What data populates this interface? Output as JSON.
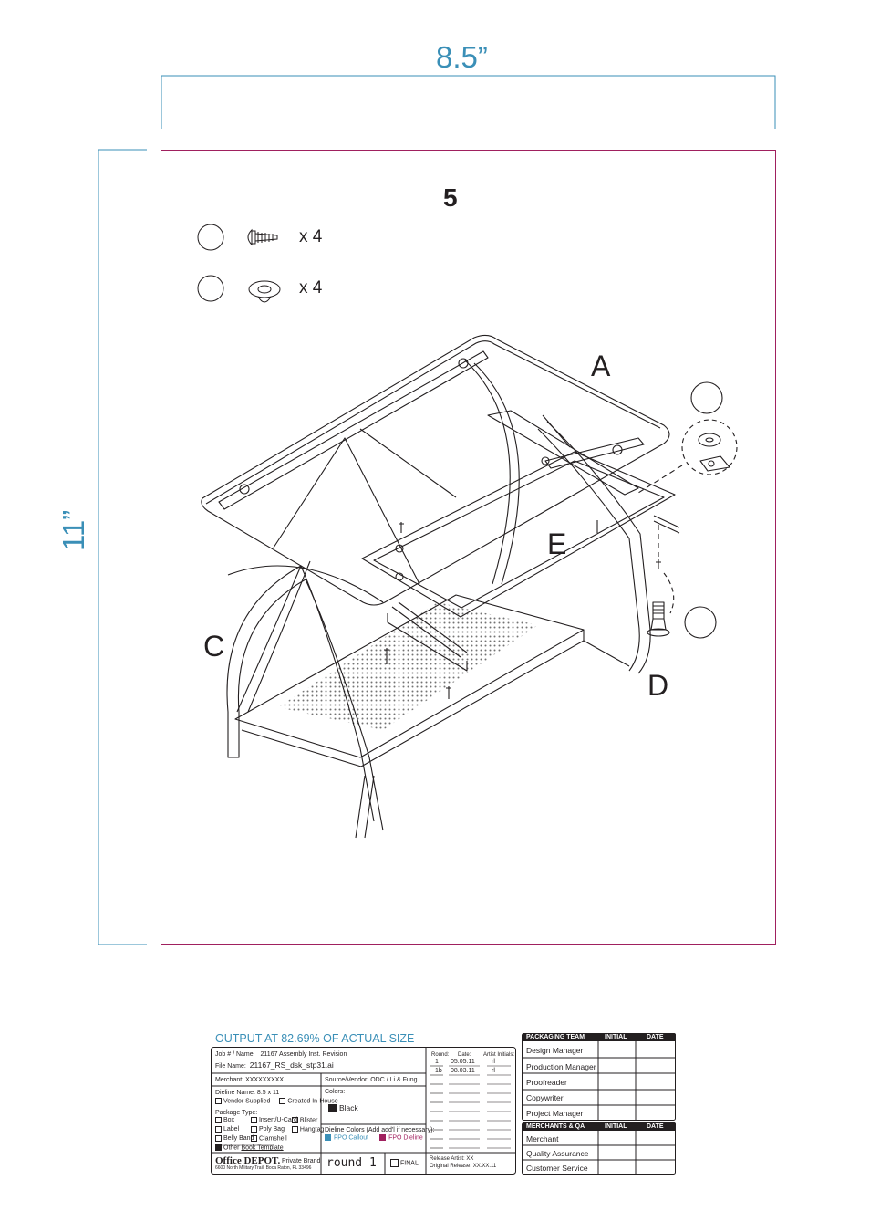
{
  "dimensions": {
    "width_label": "8.5”",
    "height_label": "11”"
  },
  "step": {
    "number": "5"
  },
  "hardware": [
    {
      "icon": "screw-icon",
      "quantity": "x 4"
    },
    {
      "icon": "washer-cap-icon",
      "quantity": "x 4"
    }
  ],
  "part_labels": {
    "a": "A",
    "c": "C",
    "d": "D",
    "e": "E"
  },
  "colors": {
    "trim": "#3a8fb7",
    "dieline": "#a0205e",
    "ink": "#231f20"
  },
  "title_block": {
    "output_note": "OUTPUT AT 82.69% OF ACTUAL SIZE",
    "job_label": "Job # / Name:",
    "job_value": "21167 Assembly Inst. Revision",
    "file_label": "File Name:",
    "file_value": "21167_RS_dsk_stp31.ai",
    "merchant_label": "Merchant:",
    "merchant_value": "XXXXXXXXX",
    "source_label": "Source/Vendor:",
    "source_value": "ODC / Li & Fung",
    "dieline_label": "Dieline Name:",
    "dieline_value": "8.5 x 11",
    "vendor_supplied": "Vendor Supplied",
    "created_inhouse": "Created In-House",
    "package_type_label": "Package Type:",
    "package_types": [
      "Box",
      "Insert/U-Card",
      "Blister",
      "Label",
      "Poly Bag",
      "Hangtag",
      "Belly Band",
      "Clamshell"
    ],
    "other_label": "Other",
    "other_value": "Book Template",
    "colors_label": "Colors:",
    "black_label": "Black",
    "dieline_colors_label": "Dieline Colors (Add add'l if necessary):",
    "fpo_callout": "FPO Callout",
    "fpo_dieline": "FPO Dieline",
    "brand_name": "Office DEPOT.",
    "brand_sub": "Private Brand",
    "address": "6600 North Military Trail, Boca Raton, FL 33496",
    "round_label": "round 1",
    "final_label": "FINAL",
    "rounds_header": {
      "round": "Round:",
      "date": "Date:",
      "initials": "Artist Initials:"
    },
    "rounds": [
      {
        "round": "1",
        "date": "05.05.11",
        "initials": "rl"
      },
      {
        "round": "1b",
        "date": "08.03.11",
        "initials": "rl"
      }
    ],
    "release_artist_label": "Release Artist:",
    "release_artist_value": "XX",
    "original_release_label": "Original Release:",
    "original_release_value": "XX.XX.11"
  },
  "signoff": {
    "packaging_header": "PACKAGING TEAM",
    "initial_header": "INITIAL",
    "date_header": "DATE",
    "packaging_roles": [
      "Design Manager",
      "Production Manager",
      "Proofreader",
      "Copywriter",
      "Project Manager"
    ],
    "merchants_header": "MERCHANTS & QA",
    "merchant_roles": [
      "Merchant",
      "Quality Assurance",
      "Customer Service"
    ]
  }
}
